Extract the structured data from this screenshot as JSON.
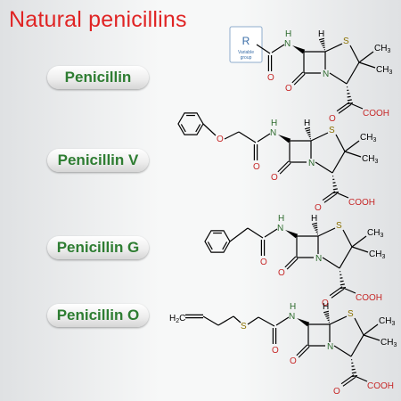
{
  "title": "Natural penicillins",
  "labels": [
    "Penicillin",
    "Penicillin V",
    "Penicillin G",
    "Penicillin O"
  ],
  "atoms": {
    "R": "R",
    "variable_group": [
      "Variable",
      "group"
    ],
    "N": "N",
    "H": "H",
    "O": "O",
    "S": "S",
    "CH3": "CH3",
    "COOH": "COOH",
    "H2C": "H2C"
  },
  "colors": {
    "title": "#e02424",
    "label": "#2e7d32",
    "nitrogen": "#2e6b2e",
    "oxygen": "#c62828",
    "sulfur": "#8a7000",
    "r_group": "#3a6ea8"
  }
}
